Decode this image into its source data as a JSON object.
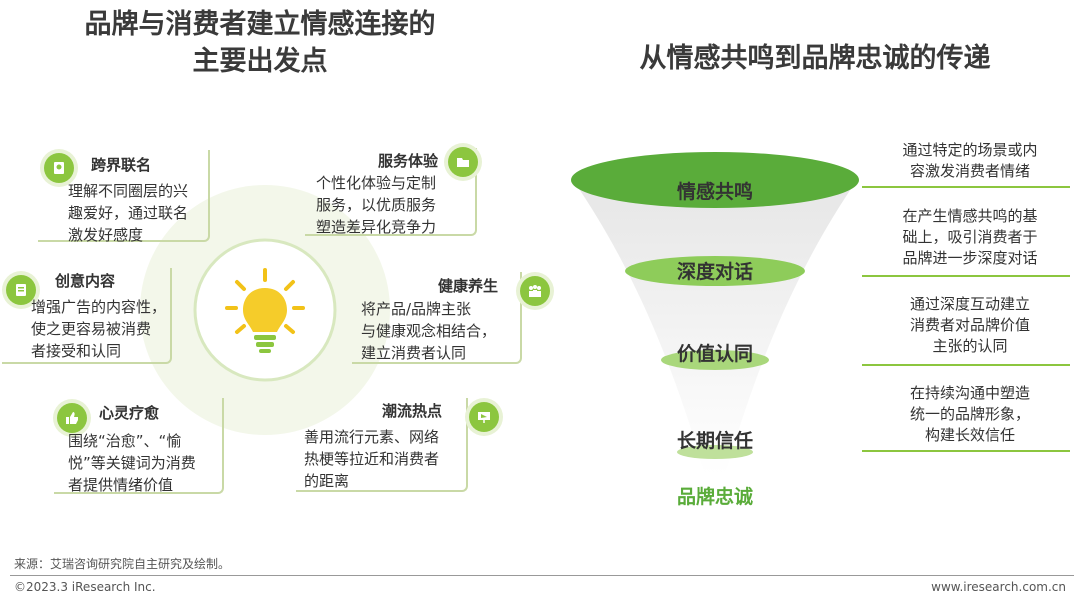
{
  "left_title": {
    "line1": "品牌与消费者建立情感连接的",
    "line2": "主要出发点"
  },
  "right_title": "从情感共鸣到品牌忠诚的传递",
  "cards": [
    {
      "title": "跨界联名",
      "text": [
        "理解不同圈层的兴",
        "趣爱好，通过联名",
        "激发好感度"
      ],
      "icon": "handshake-icon"
    },
    {
      "title": "服务体验",
      "text": [
        "个性化体验与定制",
        "服务，以优质服务",
        "塑造差异化竞争力"
      ],
      "icon": "folder-icon"
    },
    {
      "title": "创意内容",
      "text": [
        "增强广告的内容性，",
        "使之更容易被消费",
        "者接受和认同"
      ],
      "icon": "document-icon"
    },
    {
      "title": "健康养生",
      "text": [
        "将产品/品牌主张",
        "与健康观念相结合，",
        "建立消费者认同"
      ],
      "icon": "people-icon"
    },
    {
      "title": "心灵疗愈",
      "text": [
        "围绕“治愈”、“愉",
        "悦”等关键词为消费",
        "者提供情绪价值"
      ],
      "icon": "thumbs-up-icon"
    },
    {
      "title": "潮流热点",
      "text": [
        "善用流行元素、网络",
        "热梗等拉近和消费者",
        "的距离"
      ],
      "icon": "presentation-icon"
    }
  ],
  "funnel": {
    "stages": [
      "情感共鸣",
      "深度对话",
      "价值认同",
      "长期信任"
    ],
    "result": "品牌忠诚"
  },
  "descriptions": [
    [
      "通过特定的场景或内",
      "容激发消费者情绪"
    ],
    [
      "在产生情感共鸣的基",
      "础上，吸引消费者于",
      "品牌进一步深度对话"
    ],
    [
      "通过深度互动建立",
      "消费者对品牌价值",
      "主张的认同"
    ],
    [
      "在持续沟通中塑造",
      "统一的品牌形象，",
      "构建长效信任"
    ]
  ],
  "source": "来源：艾瑞咨询研究院自主研究及绘制。",
  "copyright": "©2023.3 iResearch Inc.",
  "website": "www.iresearch.com.cn",
  "colors": {
    "accent": "#8cc63f",
    "accent_light": "#e8f2d5",
    "funnel_top": "#5aac3a",
    "result": "#5aac3a"
  }
}
